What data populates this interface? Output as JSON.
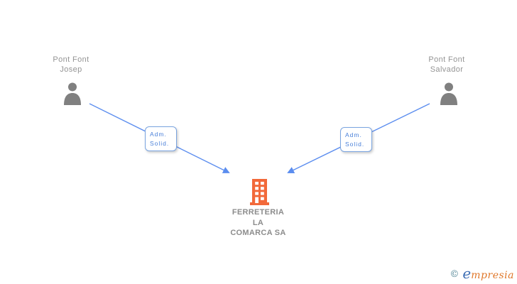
{
  "diagram_type": "company-administrators-org-chart",
  "persons": [
    {
      "name": "Pont Font\nJosep",
      "role_label": "Adm.\nSolid."
    },
    {
      "name": "Pont Font\nSalvador",
      "role_label": "Adm.\nSolid."
    }
  ],
  "company": {
    "name": "FERRETERIA\nLA\nCOMARCA SA"
  },
  "edges": [
    {
      "from": "Pont Font Josep",
      "to": "FERRETERIA LA COMARCA SA",
      "label": "Adm. Solid."
    },
    {
      "from": "Pont Font Salvador",
      "to": "FERRETERIA LA COMARCA SA",
      "label": "Adm. Solid."
    }
  ],
  "icons": {
    "person": "person-silhouette-icon",
    "company": "building-icon"
  },
  "colors": {
    "arrow_blue": "#5B8DEF",
    "role_box_border": "#7AA4E0",
    "role_box_text": "#4A80D9",
    "building_orange": "#F2693A",
    "person_icon_gray": "#808080",
    "person_name_gray": "#949494",
    "company_name_gray": "#8C8C8C",
    "logo_copyright_teal": "#4D8292",
    "logo_e_blue": "#3F6FB5",
    "logo_word_orange": "#E0782B"
  },
  "footer": {
    "copyright_symbol": "©",
    "brand_initial": "e",
    "brand_rest": "mpresia"
  }
}
